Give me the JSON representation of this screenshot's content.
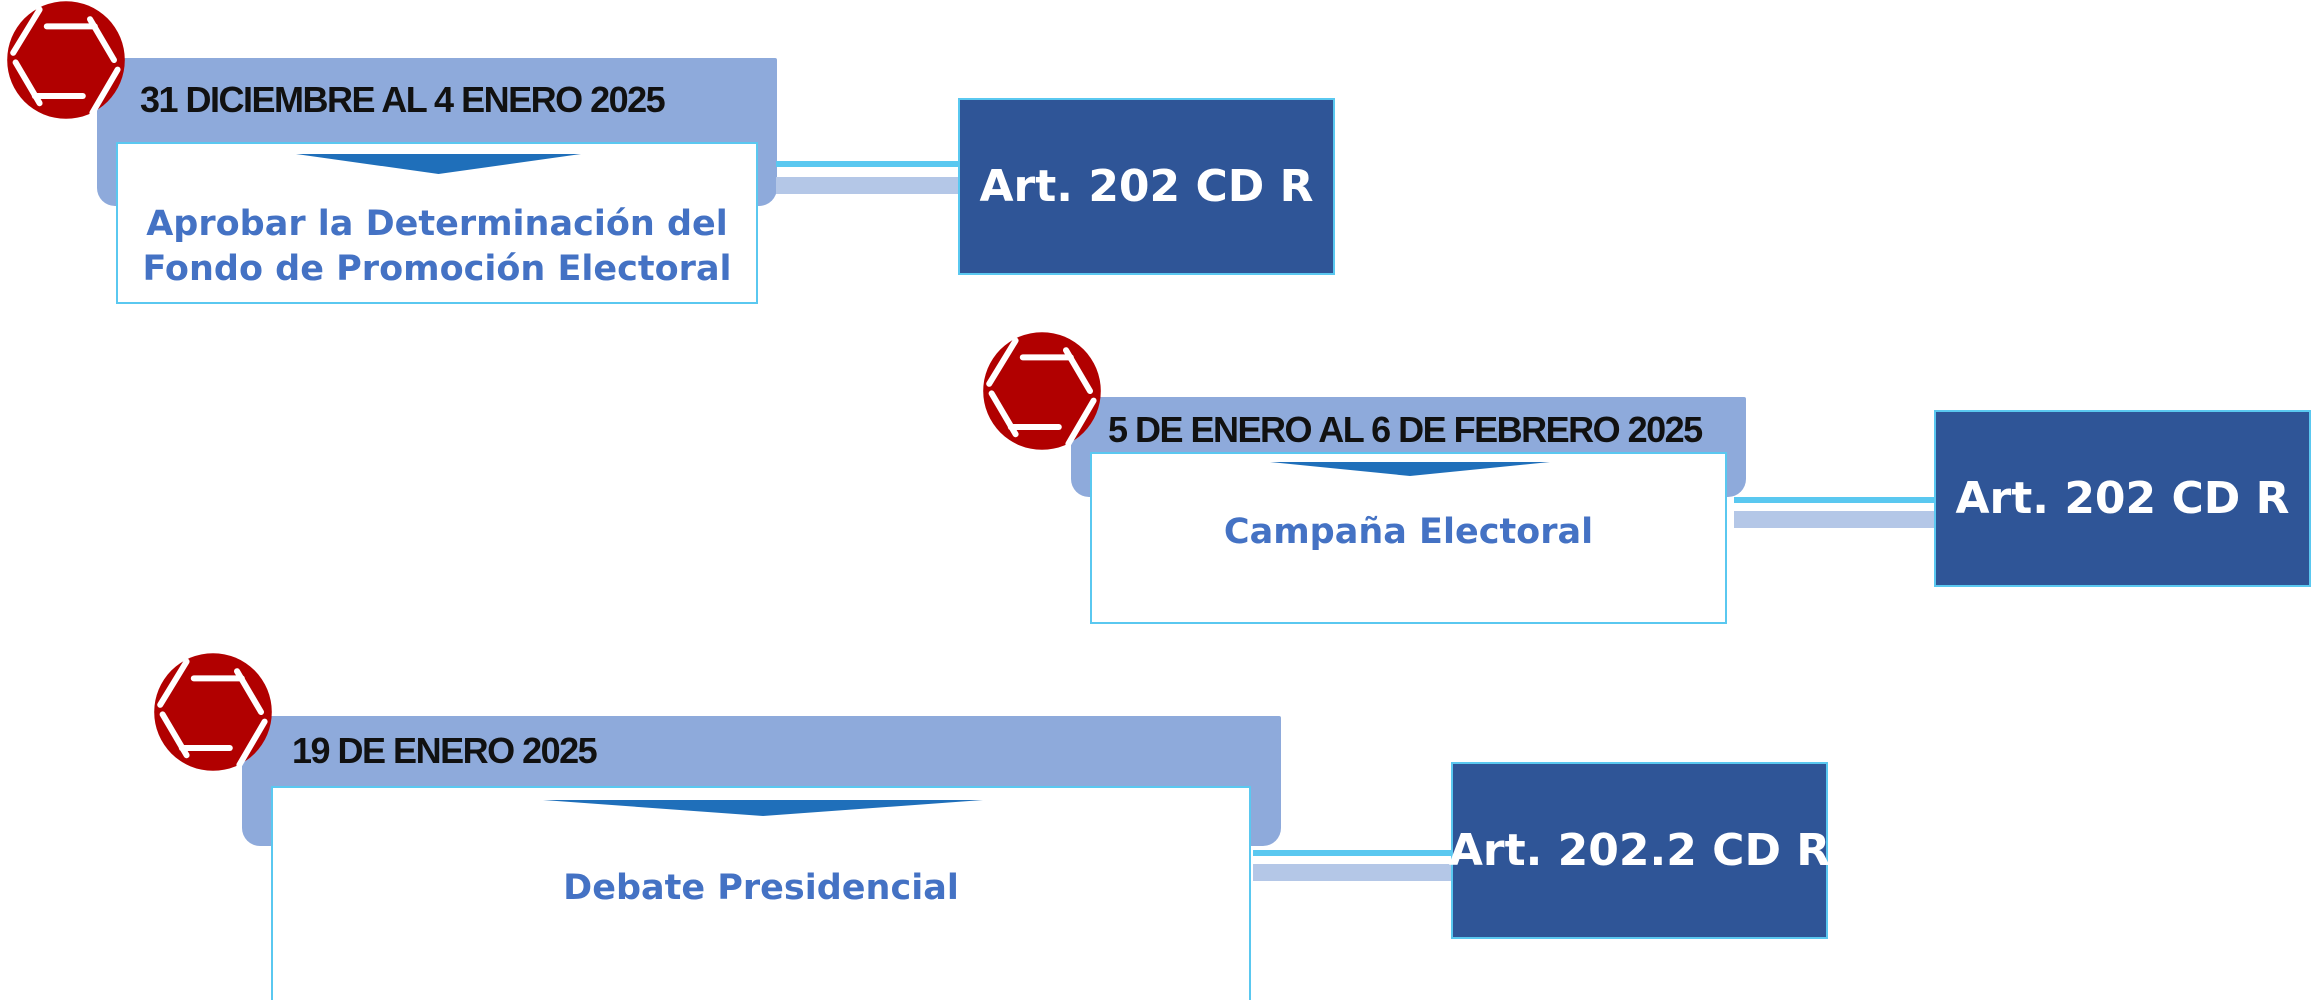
{
  "colors": {
    "band": "#8eaadb",
    "card_border": "#5ac8f0",
    "pointer": "#1f6fba",
    "description_text": "#4472c4",
    "article_box": "#2f5597",
    "icon": "#b10000"
  },
  "events": [
    {
      "icon": "camera-aperture-icon",
      "date": "31 DICIEMBRE AL 4 ENERO 2025",
      "description_lines": [
        "Aprobar la Determinación del",
        "Fondo de Promoción Electoral"
      ],
      "article": "Art. 202 CD R"
    },
    {
      "icon": "camera-aperture-icon",
      "date": "5 DE ENERO AL 6 DE FEBRERO 2025",
      "description_lines": [
        "Campaña Electoral"
      ],
      "article": "Art. 202 CD R"
    },
    {
      "icon": "camera-aperture-icon",
      "date": "19 DE ENERO 2025",
      "description_lines": [
        "Debate Presidencial"
      ],
      "article": "Art. 202.2 CD R"
    }
  ]
}
